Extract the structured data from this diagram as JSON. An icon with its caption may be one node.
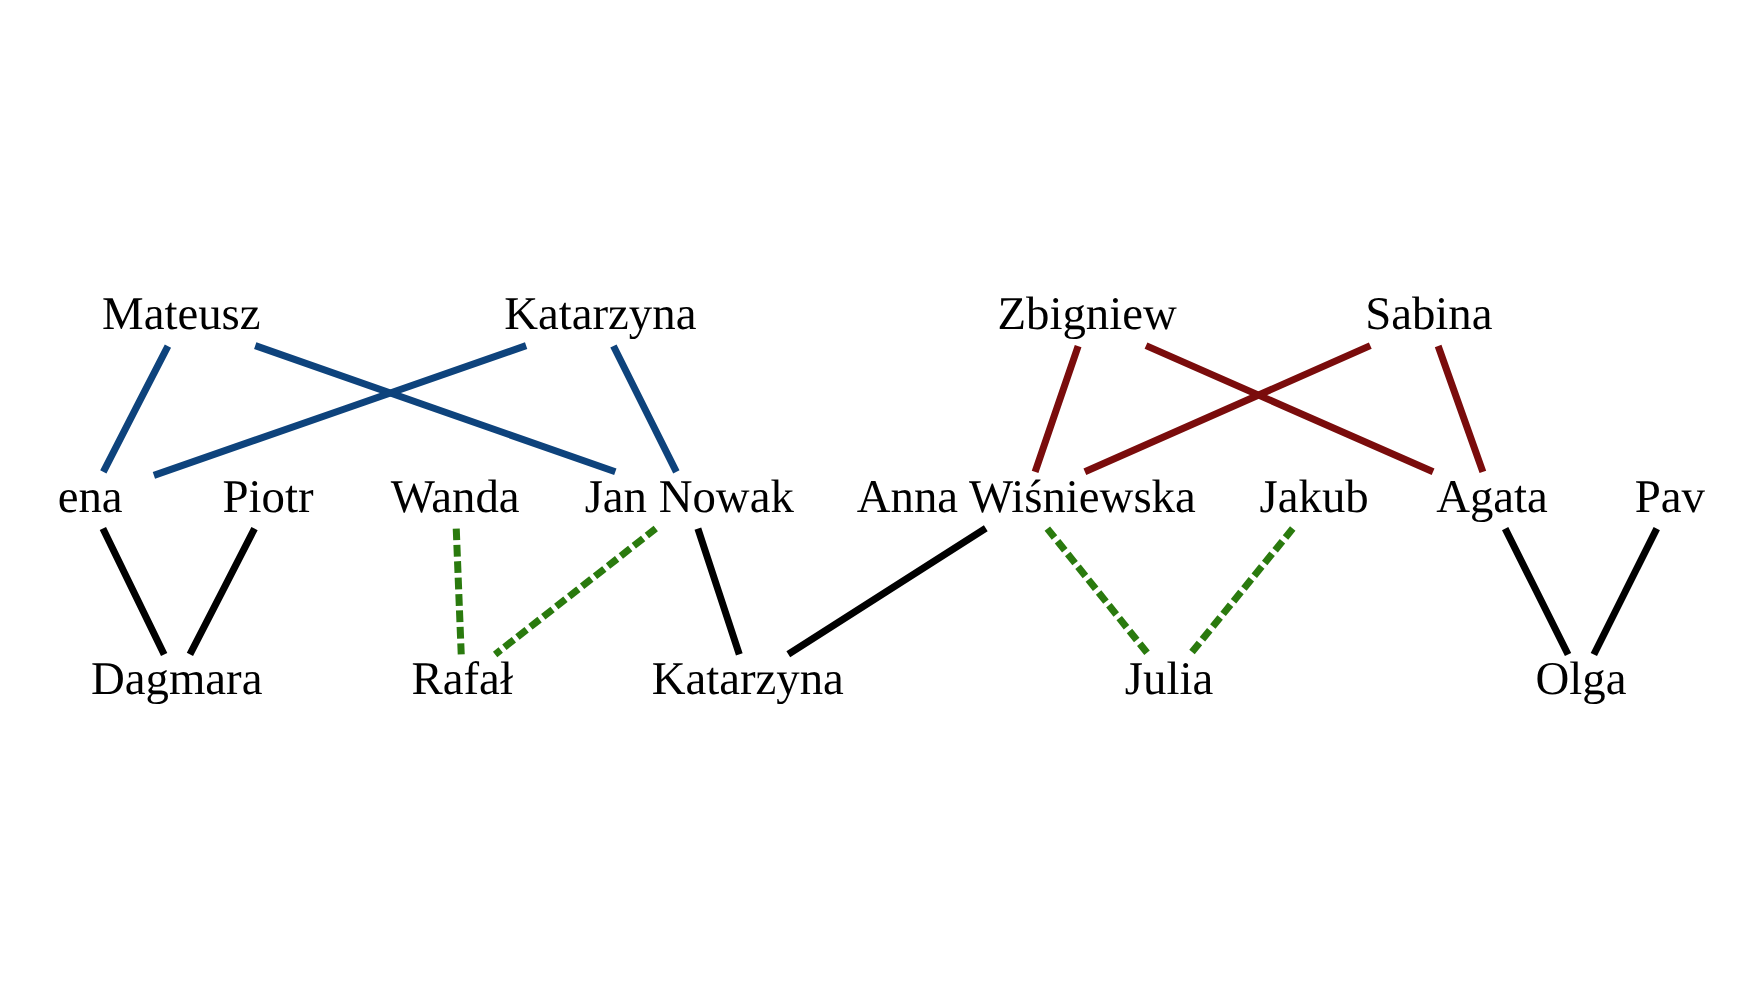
{
  "diagram": {
    "nodes": [
      {
        "text": [
          "Mateusz"
        ]
      },
      {
        "text": [
          "Katarzyna"
        ]
      },
      {
        "text": [
          "Zbigniew"
        ]
      },
      {
        "text": [
          "Sabina"
        ]
      },
      {
        "text": [
          "ena"
        ]
      },
      {
        "text": [
          "Piotr"
        ]
      },
      {
        "text": [
          "Wanda"
        ]
      },
      {
        "text": [
          "Jan Nowak"
        ]
      },
      {
        "text": [
          "Anna Wiśniewska"
        ]
      },
      {
        "text": [
          "Jakub"
        ]
      },
      {
        "text": [
          "Agata"
        ]
      },
      {
        "text": [
          "Pav"
        ]
      },
      {
        "text": [
          "Dagmara"
        ]
      },
      {
        "text": [
          "Rafał"
        ]
      },
      {
        "text": [
          "Katarzyna"
        ]
      },
      {
        "text": [
          "Julia"
        ]
      },
      {
        "text": [
          "Olga"
        ]
      }
    ],
    "edges": [
      {
        "from": 0,
        "to": 4,
        "arrow": "none",
        "color": "#0e437c"
      },
      {
        "from": 1,
        "to": 4,
        "arrow": "none",
        "color": "#0e437c"
      },
      {
        "from": 0,
        "to": 7,
        "arrow": "none",
        "color": "#0e437c"
      },
      {
        "from": 1,
        "to": 7,
        "arrow": "none",
        "color": "#0e437c"
      },
      {
        "from": 2,
        "to": 8,
        "arrow": "none",
        "color": "#7a0c0c"
      },
      {
        "from": 3,
        "to": 8,
        "arrow": "none",
        "color": "#7a0c0c"
      },
      {
        "from": 2,
        "to": 10,
        "arrow": "none",
        "color": "#7a0c0c"
      },
      {
        "from": 3,
        "to": 10,
        "arrow": "none",
        "color": "#7a0c0c"
      },
      {
        "from": 4,
        "to": 12,
        "arrow": "none"
      },
      {
        "from": 5,
        "to": 12,
        "arrow": "none"
      },
      {
        "from": 6,
        "to": 13,
        "arrow": "none",
        "style": "dashed",
        "color": "#2a7a0e"
      },
      {
        "from": 7,
        "to": 13,
        "arrow": "none",
        "style": "dashed",
        "color": "#2a7a0e"
      },
      {
        "from": 7,
        "to": 14,
        "arrow": "none"
      },
      {
        "from": 8,
        "to": 14,
        "arrow": "none"
      },
      {
        "from": 8,
        "to": 15,
        "arrow": "none",
        "style": "dashed",
        "color": "#2a7a0e"
      },
      {
        "from": 9,
        "to": 15,
        "arrow": "none",
        "style": "dashed",
        "color": "#2a7a0e"
      },
      {
        "from": 10,
        "to": 16,
        "arrow": "none"
      },
      {
        "from": 11,
        "to": 16,
        "arrow": "none"
      }
    ]
  }
}
